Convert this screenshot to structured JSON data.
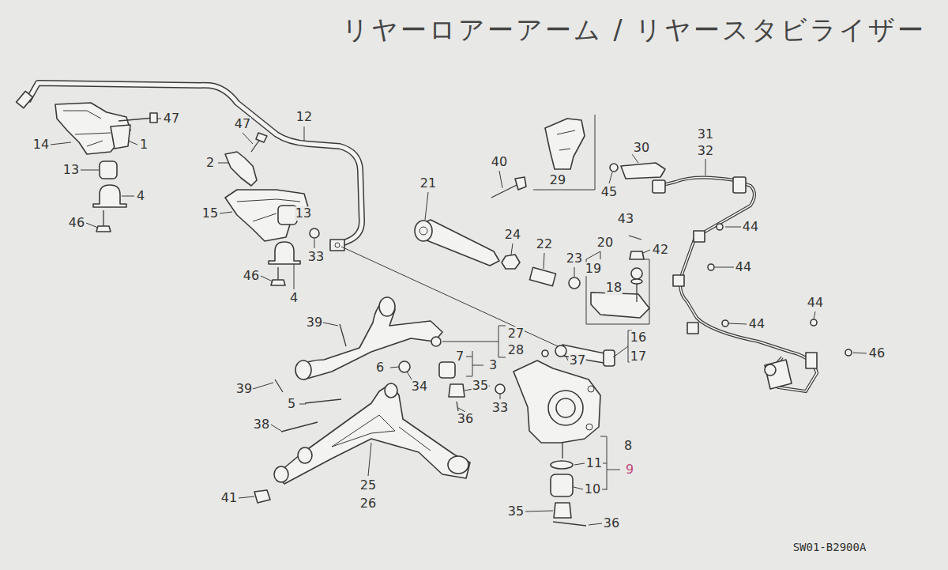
{
  "diagram": {
    "title": "リヤーロアーアーム / リヤースタビライザー",
    "caption": "SW01-B2900A",
    "labels": [
      "47",
      "14",
      "1",
      "13",
      "4",
      "46",
      "12",
      "47",
      "2",
      "15",
      "13",
      "33",
      "46",
      "4",
      "40",
      "29",
      "30",
      "31",
      "32",
      "45",
      "21",
      "43",
      "44",
      "24",
      "22",
      "20",
      "42",
      "19",
      "23",
      "44",
      "18",
      "44",
      "39",
      "27",
      "28",
      "44",
      "16",
      "17",
      "46",
      "7",
      "3",
      "6",
      "37",
      "34",
      "35",
      "33",
      "39",
      "5",
      "36",
      "38",
      "8",
      "11",
      "9",
      "10",
      "25",
      "26",
      "41",
      "35",
      "36"
    ]
  }
}
